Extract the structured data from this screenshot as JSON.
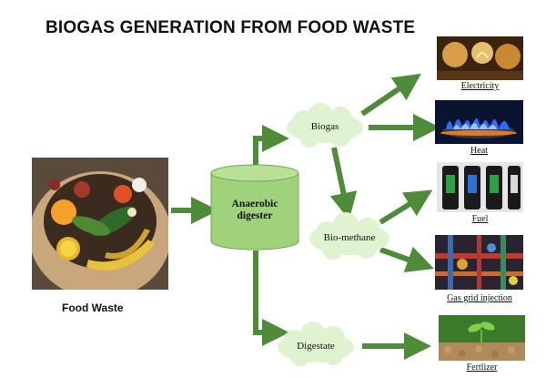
{
  "title": "BIOGAS GENERATION FROM FOOD WASTE",
  "food_waste": {
    "label": "Food Waste"
  },
  "digester": {
    "line1": "Anaerobic",
    "line2": "digester"
  },
  "nodes": {
    "biogas": "Biogas",
    "biomethane": "Bio-methane",
    "digestate": "Digestate"
  },
  "outputs": {
    "electricity": "Electricity",
    "heat": "Heat",
    "fuel": "Fuel",
    "gas_grid": "Gas grid injection",
    "fertilizer": "Fertlizer"
  },
  "colors": {
    "arrow": "#4e8c3a",
    "digester": "#9fd27a",
    "cloud": "#dff3d0"
  }
}
